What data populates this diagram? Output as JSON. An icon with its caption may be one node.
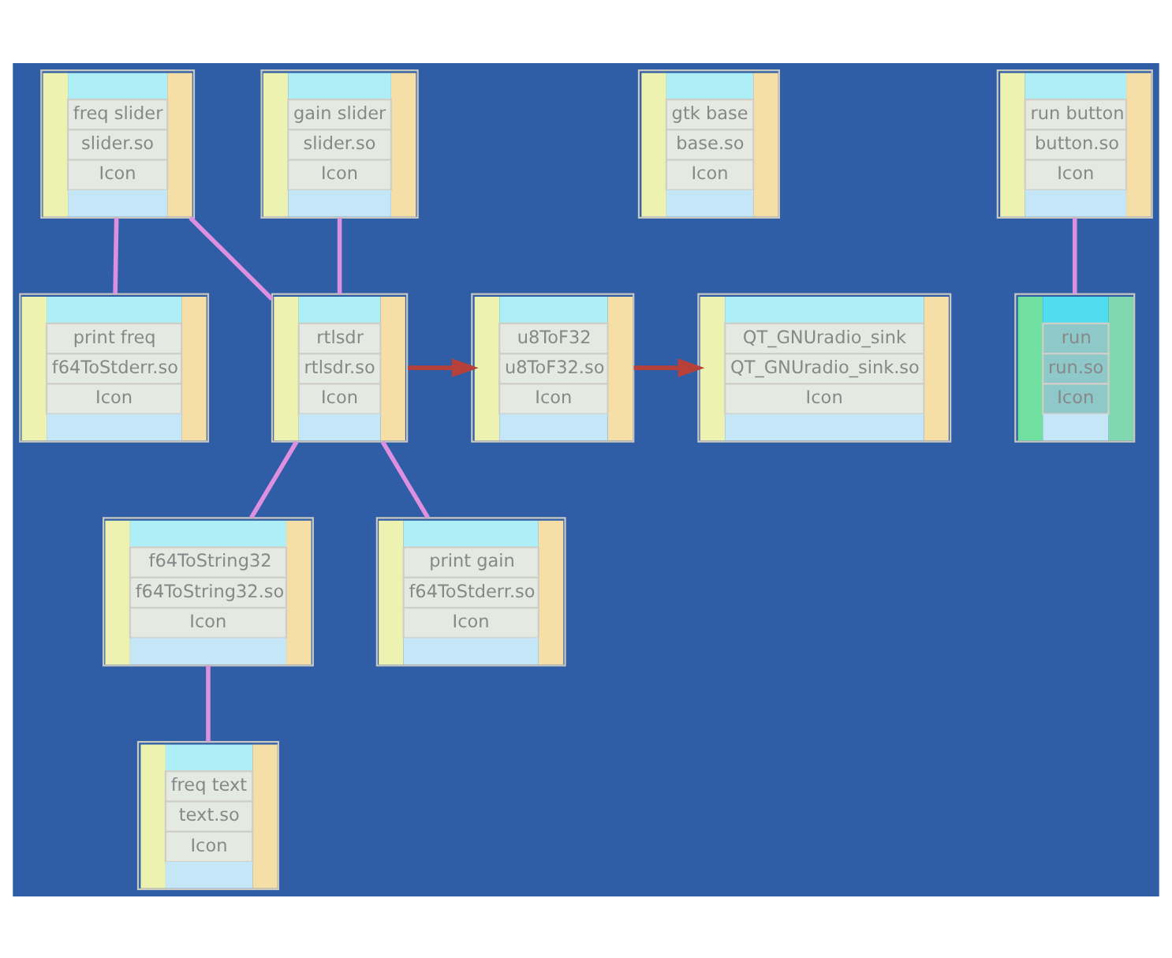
{
  "diagram": {
    "nodes": [
      {
        "text": [
          "freq slider",
          "slider.so",
          "Icon"
        ]
      },
      {
        "text": [
          "gain slider",
          "slider.so",
          "Icon"
        ]
      },
      {
        "text": [
          "gtk base",
          "base.so",
          "Icon"
        ]
      },
      {
        "text": [
          "run button",
          "button.so",
          "Icon"
        ]
      },
      {
        "text": [
          "run",
          "run.so",
          "Icon"
        ]
      },
      {
        "text": [
          "print freq",
          "f64ToStderr.so",
          "Icon"
        ]
      },
      {
        "text": [
          "rtlsdr",
          "rtlsdr.so",
          "Icon"
        ]
      },
      {
        "text": [
          "u8ToF32",
          "u8ToF32.so",
          "Icon"
        ]
      },
      {
        "text": [
          "QT_GNUradio_sink",
          "QT_GNUradio_sink.so",
          "Icon"
        ]
      },
      {
        "text": [
          "f64ToString32",
          "f64ToString32.so",
          "Icon"
        ]
      },
      {
        "text": [
          "print gain",
          "f64ToStderr.so",
          "Icon"
        ]
      },
      {
        "text": [
          "freq text",
          "text.so",
          "Icon"
        ]
      }
    ],
    "edges": [
      {
        "from": 0,
        "to": 5,
        "arrow": "none"
      },
      {
        "from": 0,
        "to": 6,
        "arrow": "none"
      },
      {
        "from": 1,
        "to": 6,
        "arrow": "none"
      },
      {
        "from": 3,
        "to": 4,
        "arrow": "none"
      },
      {
        "from": 6,
        "to": 7,
        "arrow": "to",
        "color": "#b5413a"
      },
      {
        "from": 7,
        "to": 8,
        "arrow": "to",
        "color": "#b5413a"
      },
      {
        "from": 6,
        "to": 9,
        "arrow": "none"
      },
      {
        "from": 6,
        "to": 10,
        "arrow": "none"
      },
      {
        "from": 9,
        "to": 11,
        "arrow": "none"
      }
    ]
  }
}
